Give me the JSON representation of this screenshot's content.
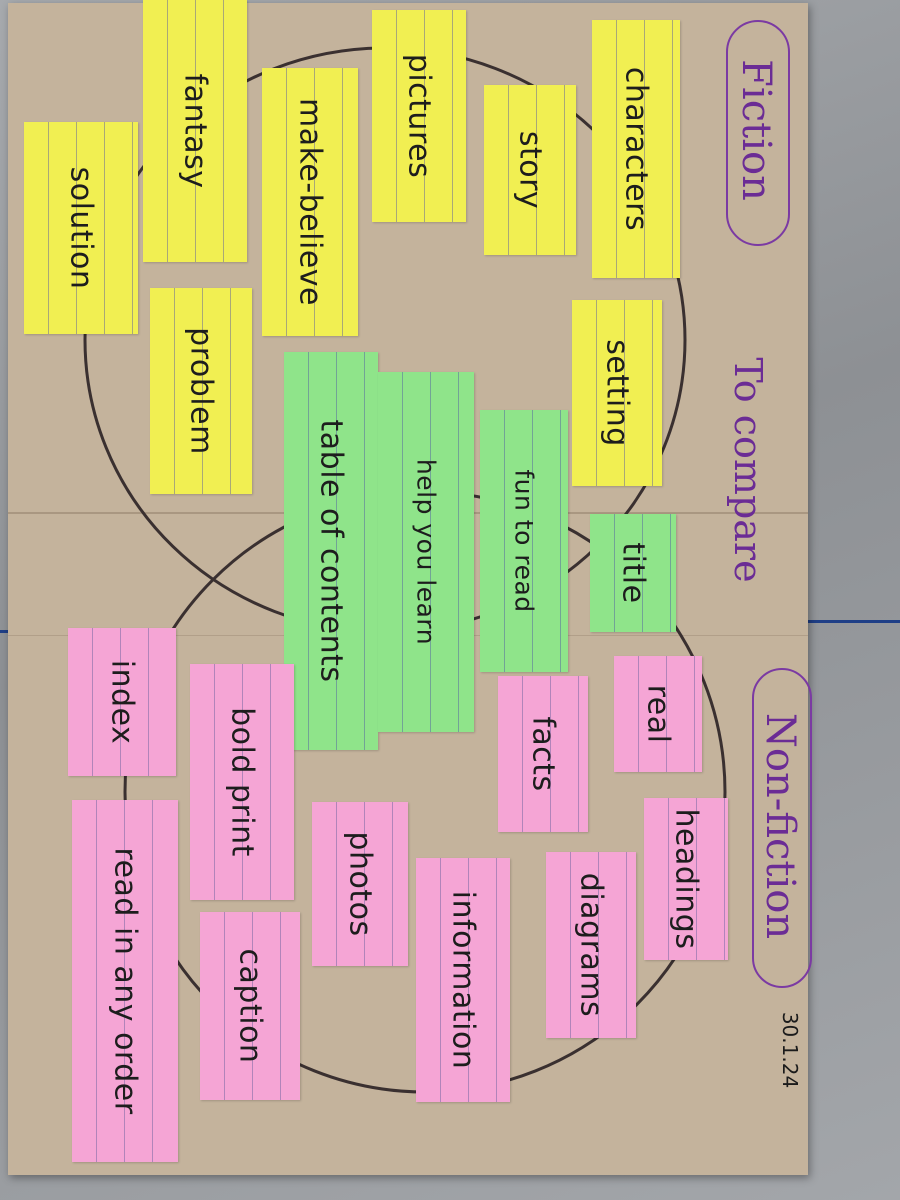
{
  "chart_title": {
    "left_heading": "Fiction",
    "middle_heading": "To compare",
    "right_heading": "Non-fiction",
    "date": "30.1.24"
  },
  "fiction_words": [
    "characters",
    "story",
    "pictures",
    "make-believe",
    "fantasy",
    "solution",
    "setting",
    "problem"
  ],
  "shared_words": [
    "table of contents",
    "help you learn",
    "fun to read",
    "title"
  ],
  "nonfiction_words": [
    "real",
    "facts",
    "bold print",
    "index",
    "headings",
    "diagrams",
    "photos",
    "information",
    "caption",
    "read in any order"
  ],
  "colors": {
    "fiction_card": "#f1ef52",
    "shared_card": "#8fe48a",
    "nonfiction_card": "#f5a5d5",
    "heading_ink": "#6b2c95",
    "board": "#c4b39c"
  }
}
